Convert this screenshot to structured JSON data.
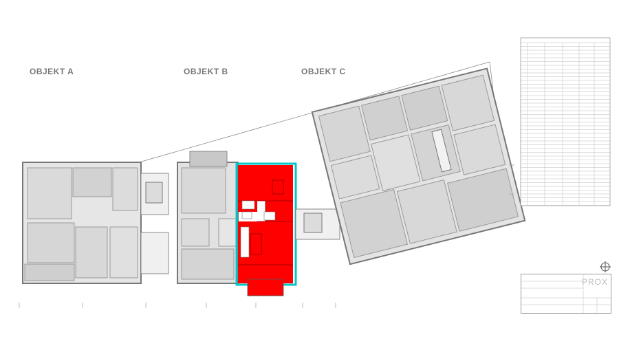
{
  "objects": [
    {
      "id": "a",
      "label": "OBJEKT A"
    },
    {
      "id": "b",
      "label": "OBJEKT B"
    },
    {
      "id": "c",
      "label": "OBJEKT C"
    }
  ],
  "title_block": {
    "brand": "PROX"
  },
  "colors": {
    "highlight": "#ff0000",
    "accent": "#00c8c8",
    "wall": "#6e6e6e",
    "room": "#d9d9d9",
    "line": "#999999"
  }
}
